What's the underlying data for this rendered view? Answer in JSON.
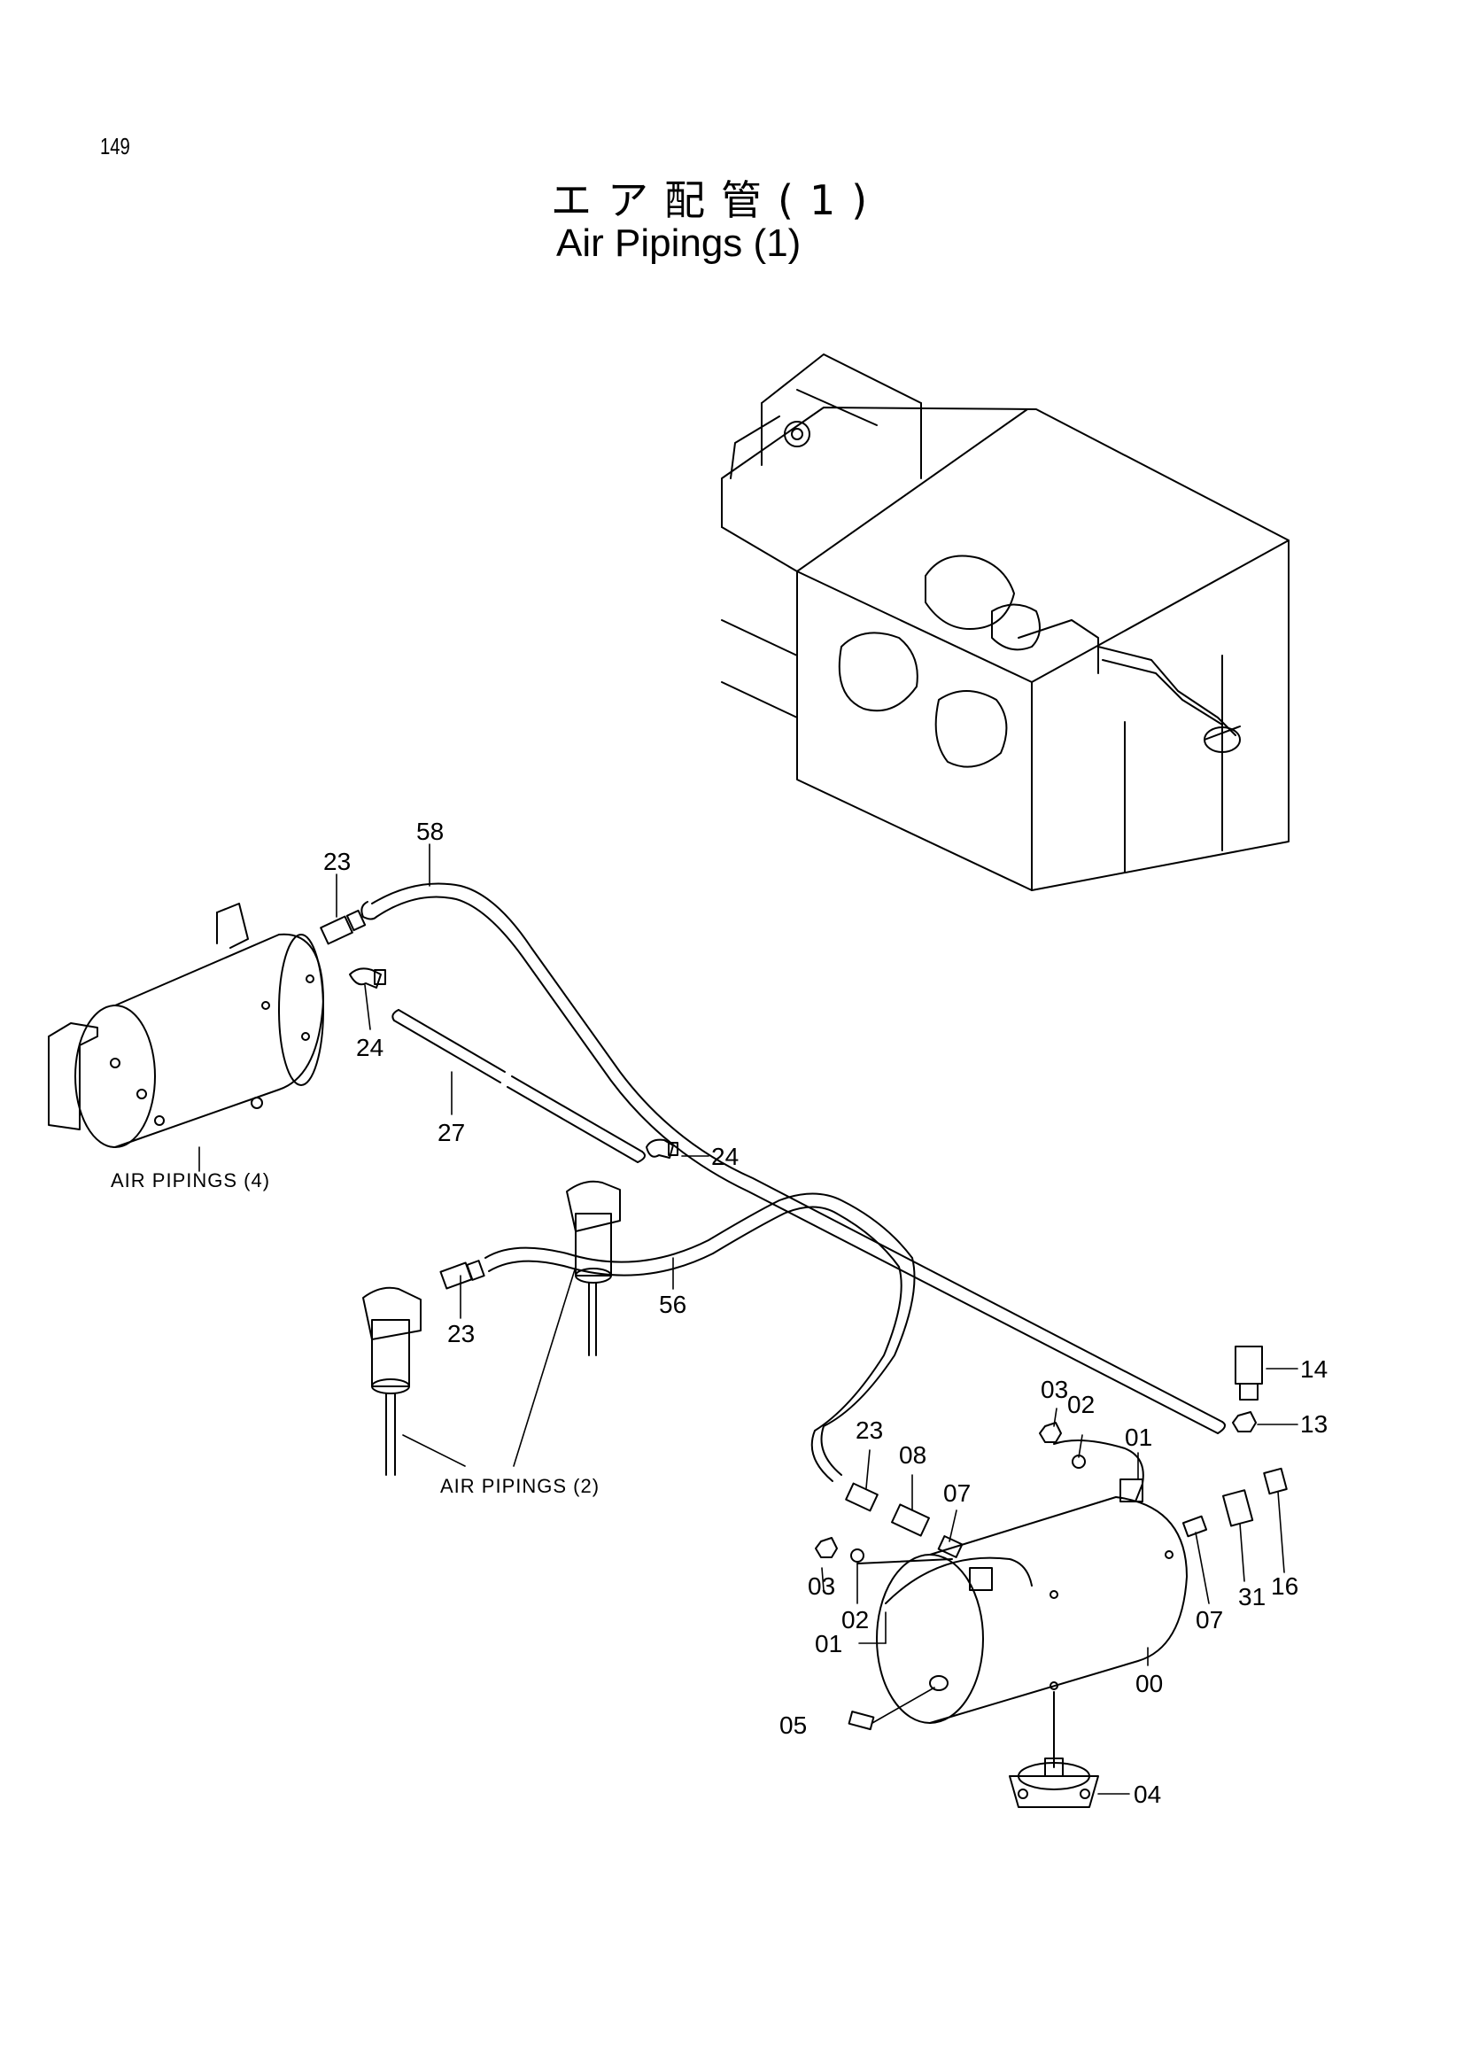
{
  "page": {
    "number": "149",
    "title_jp": "エア配管(1)",
    "title_en": "Air Pipings (1)"
  },
  "callouts": [
    {
      "id": "c58",
      "text": "58"
    },
    {
      "id": "c23a",
      "text": "23"
    },
    {
      "id": "c24a",
      "text": "24"
    },
    {
      "id": "c27",
      "text": "27"
    },
    {
      "id": "c24b",
      "text": "24"
    },
    {
      "id": "c56",
      "text": "56"
    },
    {
      "id": "c23b",
      "text": "23"
    },
    {
      "id": "c14",
      "text": "14"
    },
    {
      "id": "c13",
      "text": "13"
    },
    {
      "id": "c03a",
      "text": "03"
    },
    {
      "id": "c02a",
      "text": "02"
    },
    {
      "id": "c01a",
      "text": "01"
    },
    {
      "id": "c23c",
      "text": "23"
    },
    {
      "id": "c08",
      "text": "08"
    },
    {
      "id": "c07a",
      "text": "07"
    },
    {
      "id": "c03b",
      "text": "03"
    },
    {
      "id": "c02b",
      "text": "02"
    },
    {
      "id": "c01b",
      "text": "01"
    },
    {
      "id": "c05",
      "text": "05"
    },
    {
      "id": "c00",
      "text": "00"
    },
    {
      "id": "c07b",
      "text": "07"
    },
    {
      "id": "c31",
      "text": "31"
    },
    {
      "id": "c16",
      "text": "16"
    },
    {
      "id": "c04",
      "text": "04"
    }
  ],
  "group_labels": {
    "air_pipings_4": "AIR PIPINGS (4)",
    "air_pipings_2": "AIR PIPINGS (2)"
  }
}
